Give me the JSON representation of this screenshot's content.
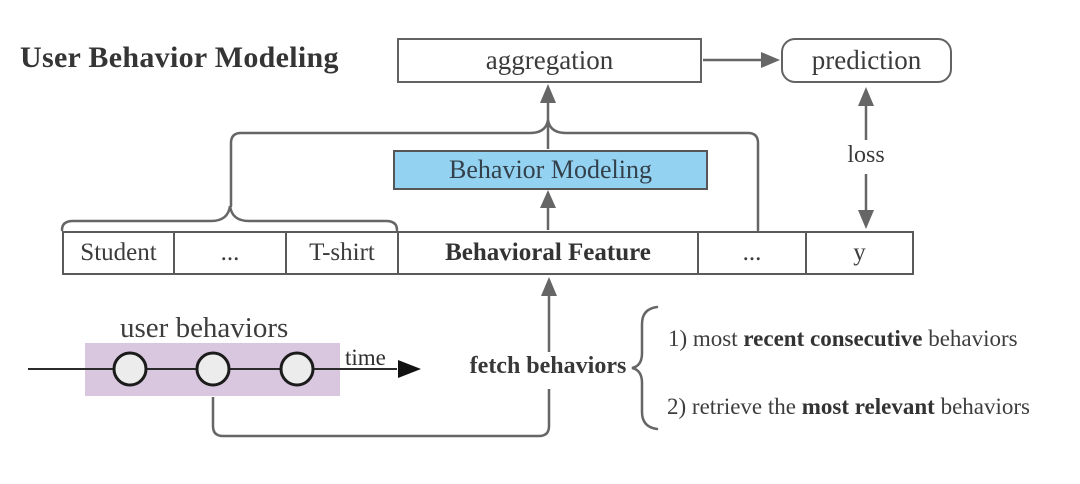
{
  "title": "User Behavior Modeling",
  "pipeline": {
    "aggregation": "aggregation",
    "prediction": "prediction",
    "behavior_modeling": "Behavior Modeling",
    "loss_label": "loss"
  },
  "feature_row": {
    "cells": [
      "Student",
      "...",
      "T-shirt",
      "Behavioral Feature",
      "...",
      "y"
    ]
  },
  "timeline": {
    "title": "user behaviors",
    "axis_label": "time",
    "num_behavior_nodes": 3
  },
  "fetch_label": "fetch behaviors",
  "notes": [
    {
      "prefix": "1) most ",
      "bold": "recent consecutive",
      "suffix": " behaviors"
    },
    {
      "prefix": "2) retrieve the ",
      "bold": "most relevant",
      "suffix": " behaviors"
    }
  ],
  "colors": {
    "behavior_modeling_fill": "#93d2f1",
    "timeline_highlight_fill": "#d9c6df",
    "node_fill": "#ececec",
    "line_gray": "#666666",
    "timeline_black": "#1b1b1b",
    "text_dark": "#3b3b3b"
  }
}
